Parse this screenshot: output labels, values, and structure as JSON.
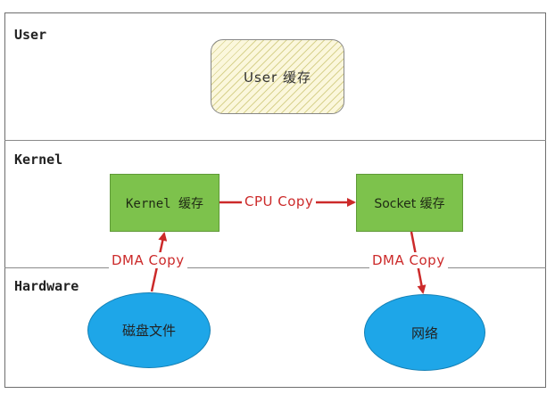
{
  "layers": {
    "user": "User",
    "kernel": "Kernel",
    "hardware": "Hardware"
  },
  "nodes": {
    "user_cache": "User 缓存",
    "kernel_cache": "Kernel 缓存",
    "socket_cache": "Socket 缓存",
    "disk_file": "磁盘文件",
    "network": "网络"
  },
  "flows": {
    "cpu_copy": "CPU Copy",
    "dma_copy_in": "DMA Copy",
    "dma_copy_out": "DMA Copy"
  },
  "colors": {
    "node_green": "#7dc24c",
    "node_blue": "#1ea6e8",
    "arrow_red": "#cc2a2a",
    "user_box_hatch": "#d8d28e"
  }
}
